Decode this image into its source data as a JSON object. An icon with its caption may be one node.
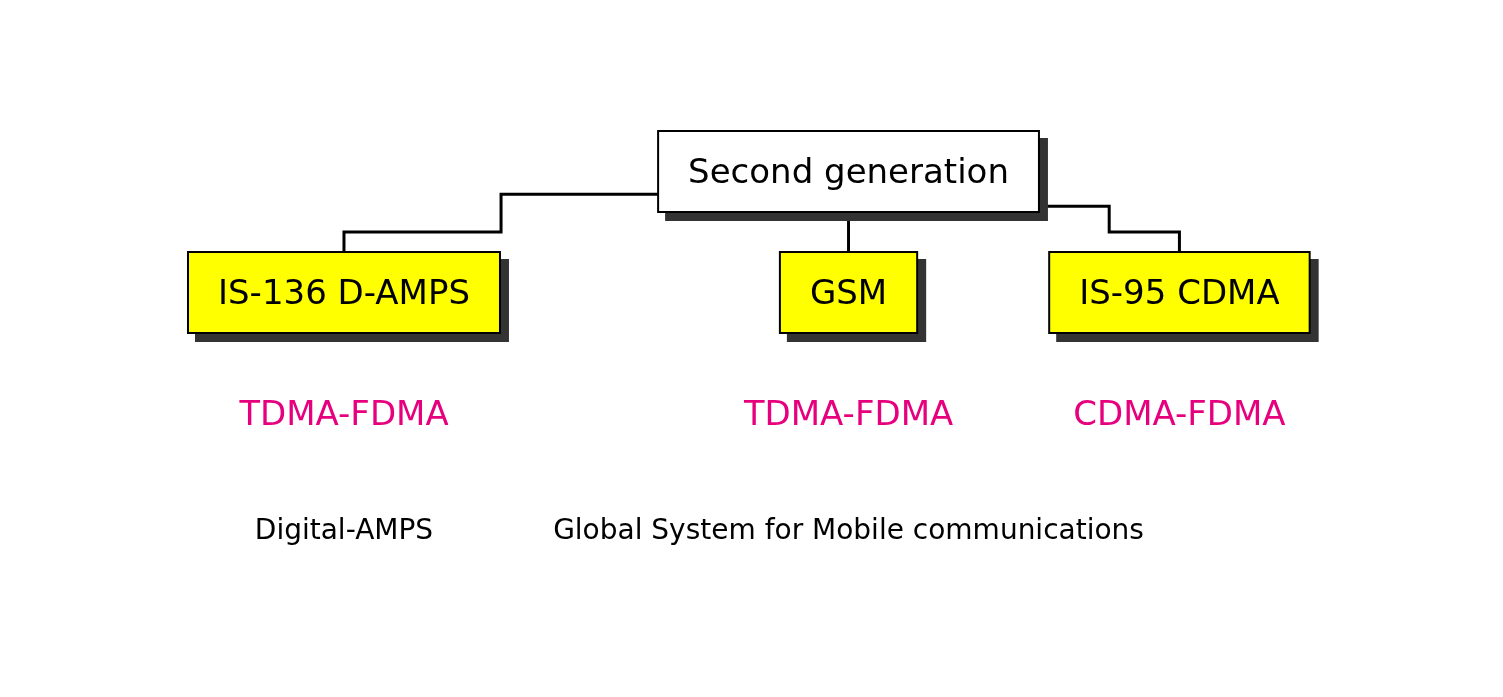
{
  "diagram": {
    "nodes": [
      {
        "text": [
          "Second generation"
        ]
      },
      {
        "text": [
          "IS-136 D-AMPS"
        ],
        "beside": [
          "TDMA-FDMA",
          "Digital-AMPS"
        ]
      },
      {
        "text": [
          "GSM"
        ],
        "beside": [
          "TDMA-FDMA",
          "Global System for Mobile communications"
        ]
      },
      {
        "text": [
          "IS-95 CDMA"
        ],
        "beside": [
          "CDMA-FDMA"
        ]
      }
    ],
    "edges": [
      {
        "from": 0,
        "to": 1,
        "arrow": "none"
      },
      {
        "from": 0,
        "to": 2,
        "arrow": "none"
      },
      {
        "from": 0,
        "to": 3,
        "arrow": "none"
      }
    ]
  }
}
